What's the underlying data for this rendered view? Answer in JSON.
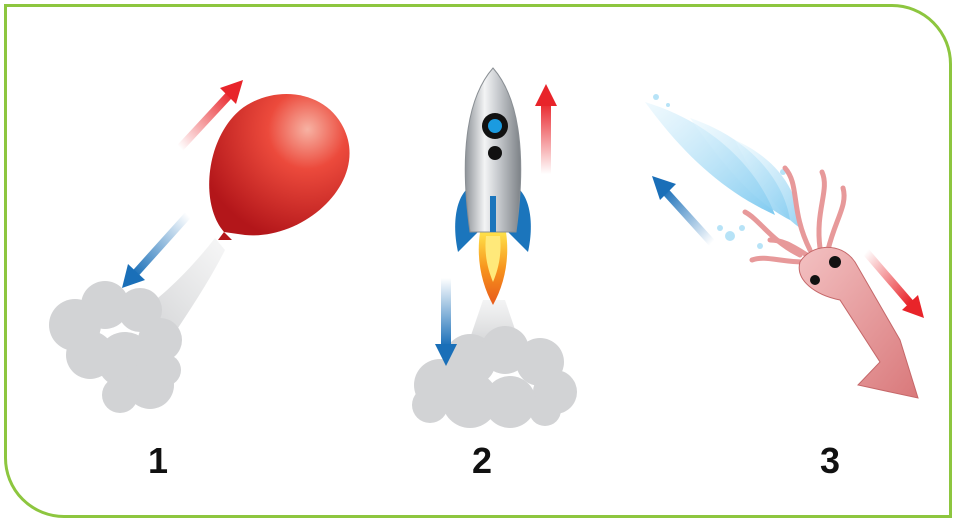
{
  "panels": [
    {
      "label": "1",
      "subject": "balloon"
    },
    {
      "label": "2",
      "subject": "rocket"
    },
    {
      "label": "3",
      "subject": "squid"
    }
  ],
  "colors": {
    "frame": "#8dc63f",
    "action_arrow": "#e8242a",
    "reaction_arrow": "#1a6fb8",
    "balloon": "#e3231f",
    "rocket_body": "#c9ccd0",
    "rocket_fin": "#1b75bc",
    "flame": "#f7941d",
    "squid": "#e99a9b",
    "water_jet": "#a8dcf4",
    "smoke": "#cfd0d2"
  }
}
